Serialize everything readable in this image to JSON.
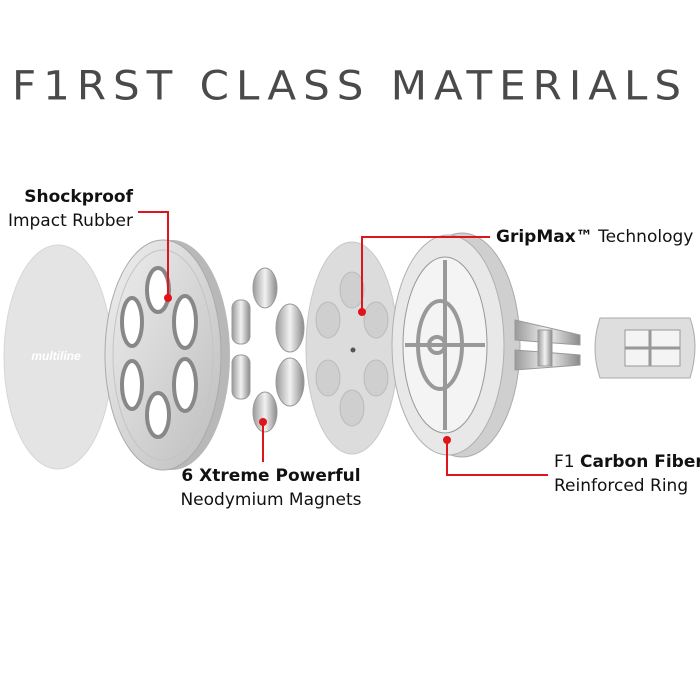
{
  "title": "F1RST CLASS MATERIALS",
  "logo_text": "multiline",
  "callouts": {
    "rubber": {
      "bold": "Shockproof",
      "normal": "Impact Rubber"
    },
    "gripmax": {
      "bold": "GripMax™",
      "normal": "Technology"
    },
    "magnets": {
      "bold": "6 Xtreme Powerful",
      "normal": "Neodymium Magnets"
    },
    "ring": {
      "prefix": "F1",
      "bold": "Carbon Fiber",
      "normal": "Reinforced Ring"
    }
  },
  "colors": {
    "accent": "#e0151b",
    "title": "#4a4a4a",
    "metal": "#d4d4d4"
  }
}
